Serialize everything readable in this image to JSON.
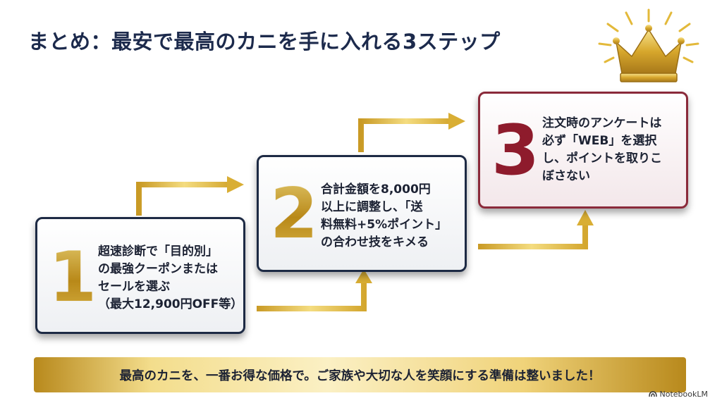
{
  "title": "まとめ：最安で最高のカニを手に入れる3ステップ",
  "steps": [
    {
      "number": "1",
      "lines": [
        "超速診断で「目的別」",
        "の最強クーポンまたは",
        "セールを選ぶ",
        "（最大12,900円OFF等）"
      ]
    },
    {
      "number": "2",
      "lines": [
        "合計金額を8,000円",
        "以上に調整し、「送",
        "料無料+5%ポイント」",
        "の合わせ技をキメる"
      ]
    },
    {
      "number": "3",
      "lines": [
        "注文時のアンケートは",
        "必ず「WEB」を選択",
        "し、ポイントを取りこ",
        "ぼさない"
      ]
    }
  ],
  "banner": "最高のカニを、一番お得な価格で。ご家族や大切な人を笑顔にする準備は整いました！",
  "watermark": "NotebookLM",
  "colors": {
    "navy": "#1c2a4c",
    "gold": "#d9b23a",
    "crimson": "#8e1b2c"
  }
}
